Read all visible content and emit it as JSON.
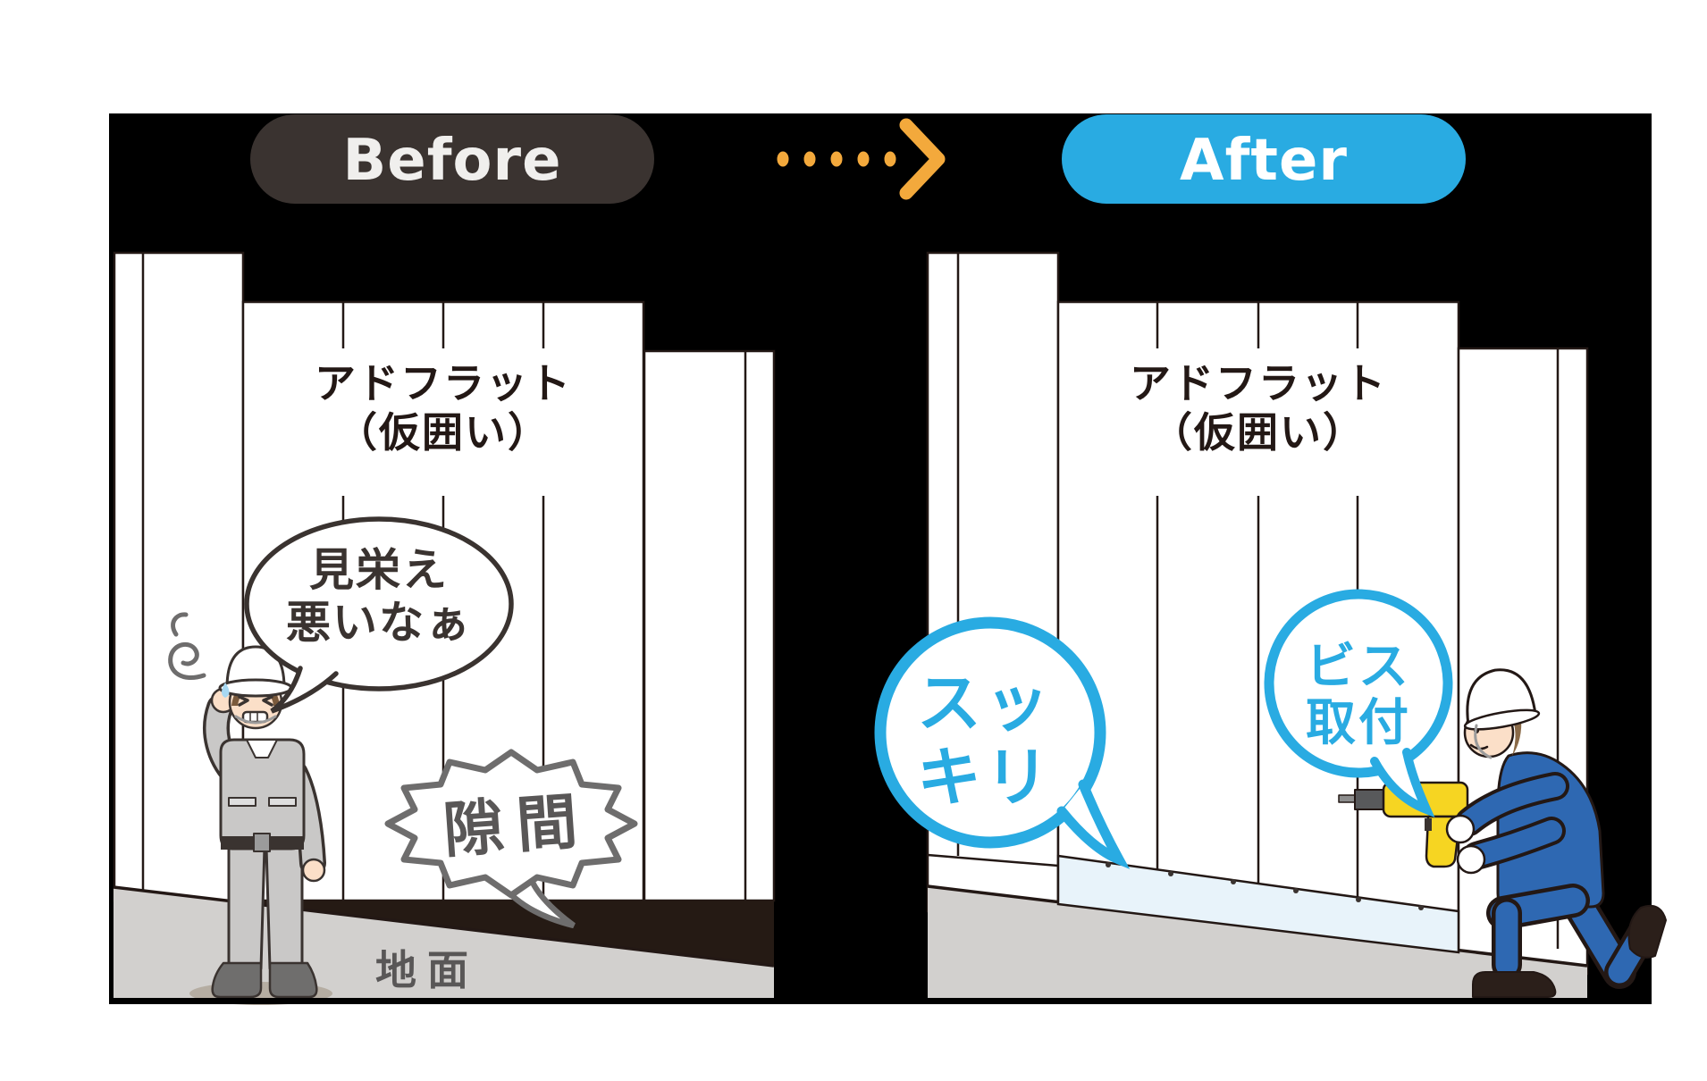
{
  "badges": {
    "before_label": "Before",
    "after_label": "After"
  },
  "arrow": {
    "style": "orange dotted arrow with chevron pointing right"
  },
  "before_scene": {
    "fence_label_line1": "アドフラット",
    "fence_label_line2": "（仮囲い）",
    "speech_line1": "見栄え",
    "speech_line2": "悪いなぁ",
    "gap_label": "隙間",
    "ground_label": "地面"
  },
  "after_scene": {
    "fence_label_line1": "アドフラット",
    "fence_label_line2": "（仮囲い）",
    "bubble_clean_line1": "スッ",
    "bubble_clean_line2": "キリ",
    "bubble_screw_line1": "ビス",
    "bubble_screw_line2": "取付"
  },
  "colors": {
    "frame_black": "#000000",
    "badge_before_bg": "#3a3330",
    "badge_before_text": "#f0efed",
    "badge_after_bg": "#29abe2",
    "badge_after_text": "#ffffff",
    "arrow_orange": "#f3a93c",
    "fence_line": "#231815",
    "ground_gray": "#d2d0ce",
    "gap_dark": "#251a14",
    "panel_blue_fill": "#e8f3fa",
    "accent_cyan": "#29abe2",
    "worker_before_uniform": "#c9c8c7",
    "worker_after_uniform": "#2e68b2",
    "drill_yellow": "#f6d522",
    "skin": "#fbdfc8"
  }
}
